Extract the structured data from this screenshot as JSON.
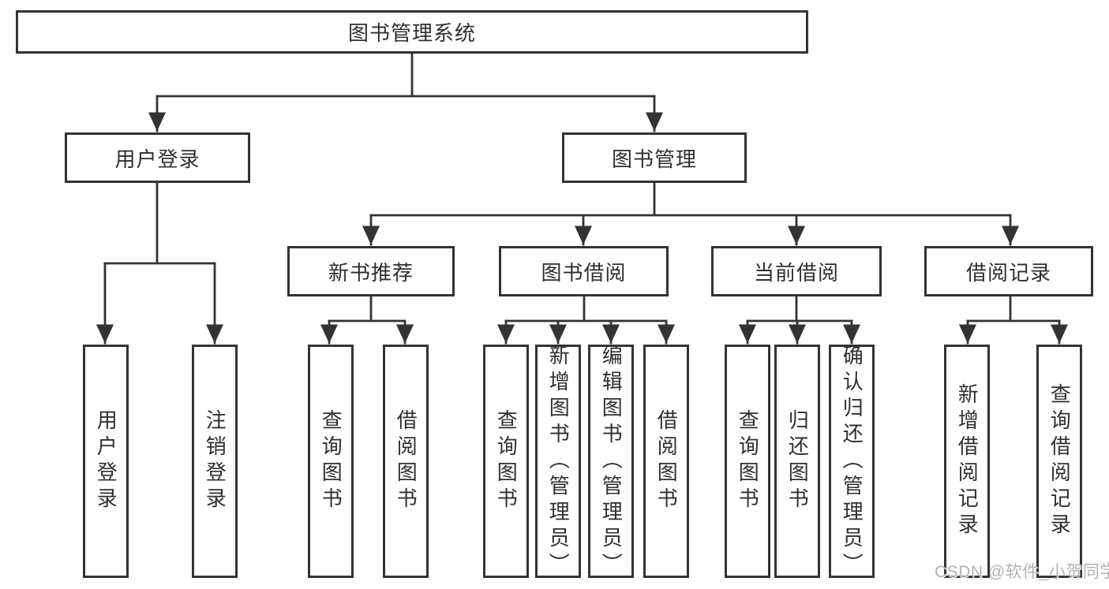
{
  "diagram": {
    "tree": {
      "label": "图书管理系统",
      "children": [
        {
          "label": "用户登录",
          "children": [
            {
              "label": "用户登录"
            },
            {
              "label": "注销登录"
            }
          ]
        },
        {
          "label": "图书管理",
          "children": [
            {
              "label": "新书推荐",
              "children": [
                {
                  "label": "查询图书"
                },
                {
                  "label": "借阅图书"
                }
              ]
            },
            {
              "label": "图书借阅",
              "children": [
                {
                  "label": "查询图书"
                },
                {
                  "label": "新增图书（管理员）"
                },
                {
                  "label": "编辑图书（管理员）"
                },
                {
                  "label": "借阅图书"
                }
              ]
            },
            {
              "label": "当前借阅",
              "children": [
                {
                  "label": "查询图书"
                },
                {
                  "label": "归还图书"
                },
                {
                  "label": "确认归还（管理员）"
                }
              ]
            },
            {
              "label": "借阅记录",
              "children": [
                {
                  "label": "新增借阅记录"
                },
                {
                  "label": "查询借阅记录"
                }
              ]
            }
          ]
        }
      ]
    },
    "colors": {
      "line": "#333333",
      "box_border": "#333333",
      "box_fill": "#ffffff",
      "text": "#2f2f2f",
      "watermark": "#b2b2b2",
      "background": "#ffffff"
    }
  },
  "watermark": {
    "text": "CSDN @软件_小贺同学"
  }
}
